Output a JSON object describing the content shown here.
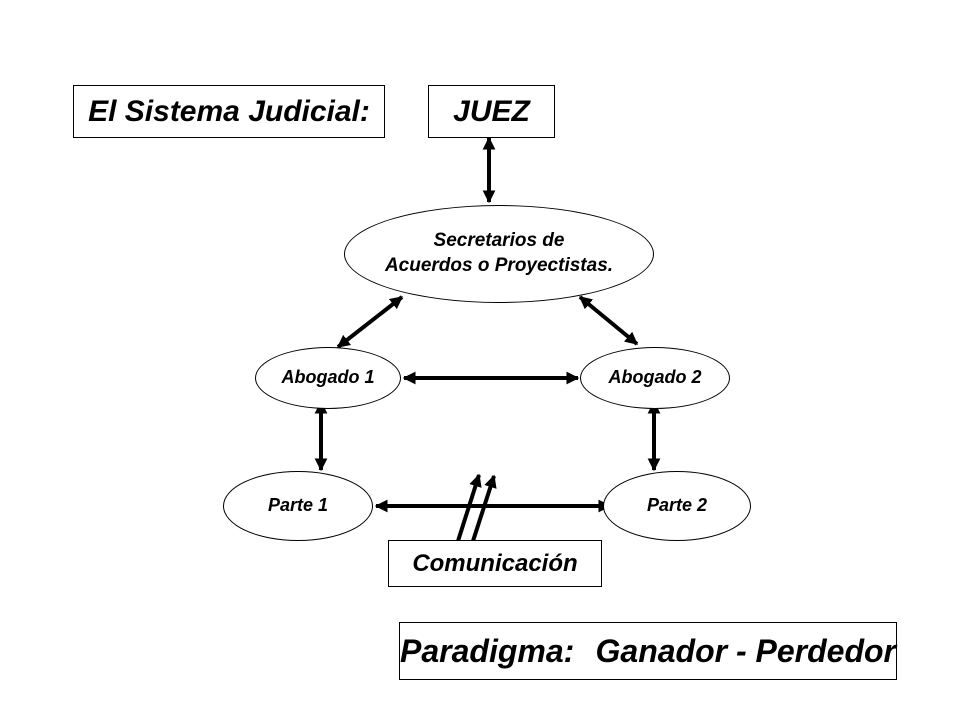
{
  "header": {
    "title": "El Sistema Judicial:",
    "judge": "JUEZ"
  },
  "nodes": {
    "secretaries_line1": "Secretarios de",
    "secretaries_line2": "Acuerdos o Proyectistas.",
    "lawyer1": "Abogado 1",
    "lawyer2": "Abogado 2",
    "party1": "Parte 1",
    "party2": "Parte 2"
  },
  "communication": "Comunicación",
  "paradigm": {
    "label": "Paradigma:",
    "value": "Ganador - Perdedor"
  },
  "colors": {
    "stroke": "#000000",
    "background": "#ffffff"
  }
}
